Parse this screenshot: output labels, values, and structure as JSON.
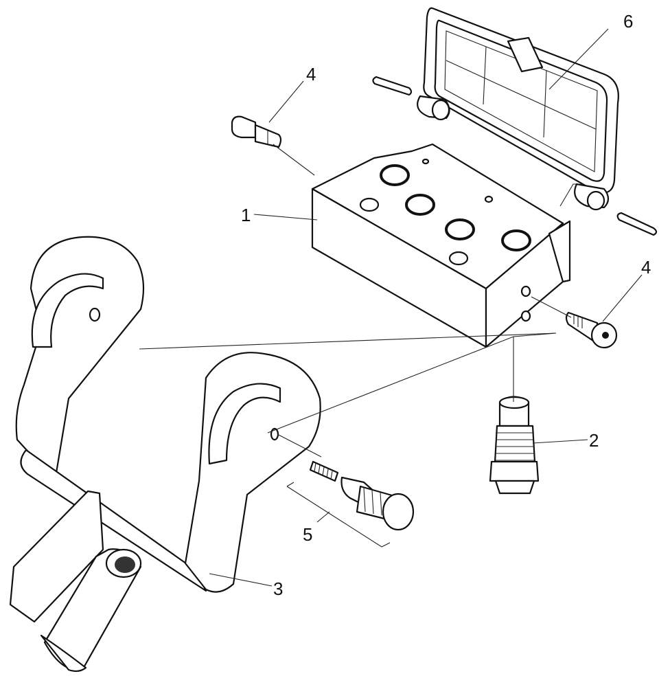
{
  "diagram": {
    "callouts": [
      {
        "id": "1",
        "label": "1"
      },
      {
        "id": "2",
        "label": "2"
      },
      {
        "id": "3",
        "label": "3"
      },
      {
        "id": "4a",
        "label": "4"
      },
      {
        "id": "4b",
        "label": "4"
      },
      {
        "id": "5",
        "label": "5"
      },
      {
        "id": "6",
        "label": "6"
      }
    ]
  }
}
